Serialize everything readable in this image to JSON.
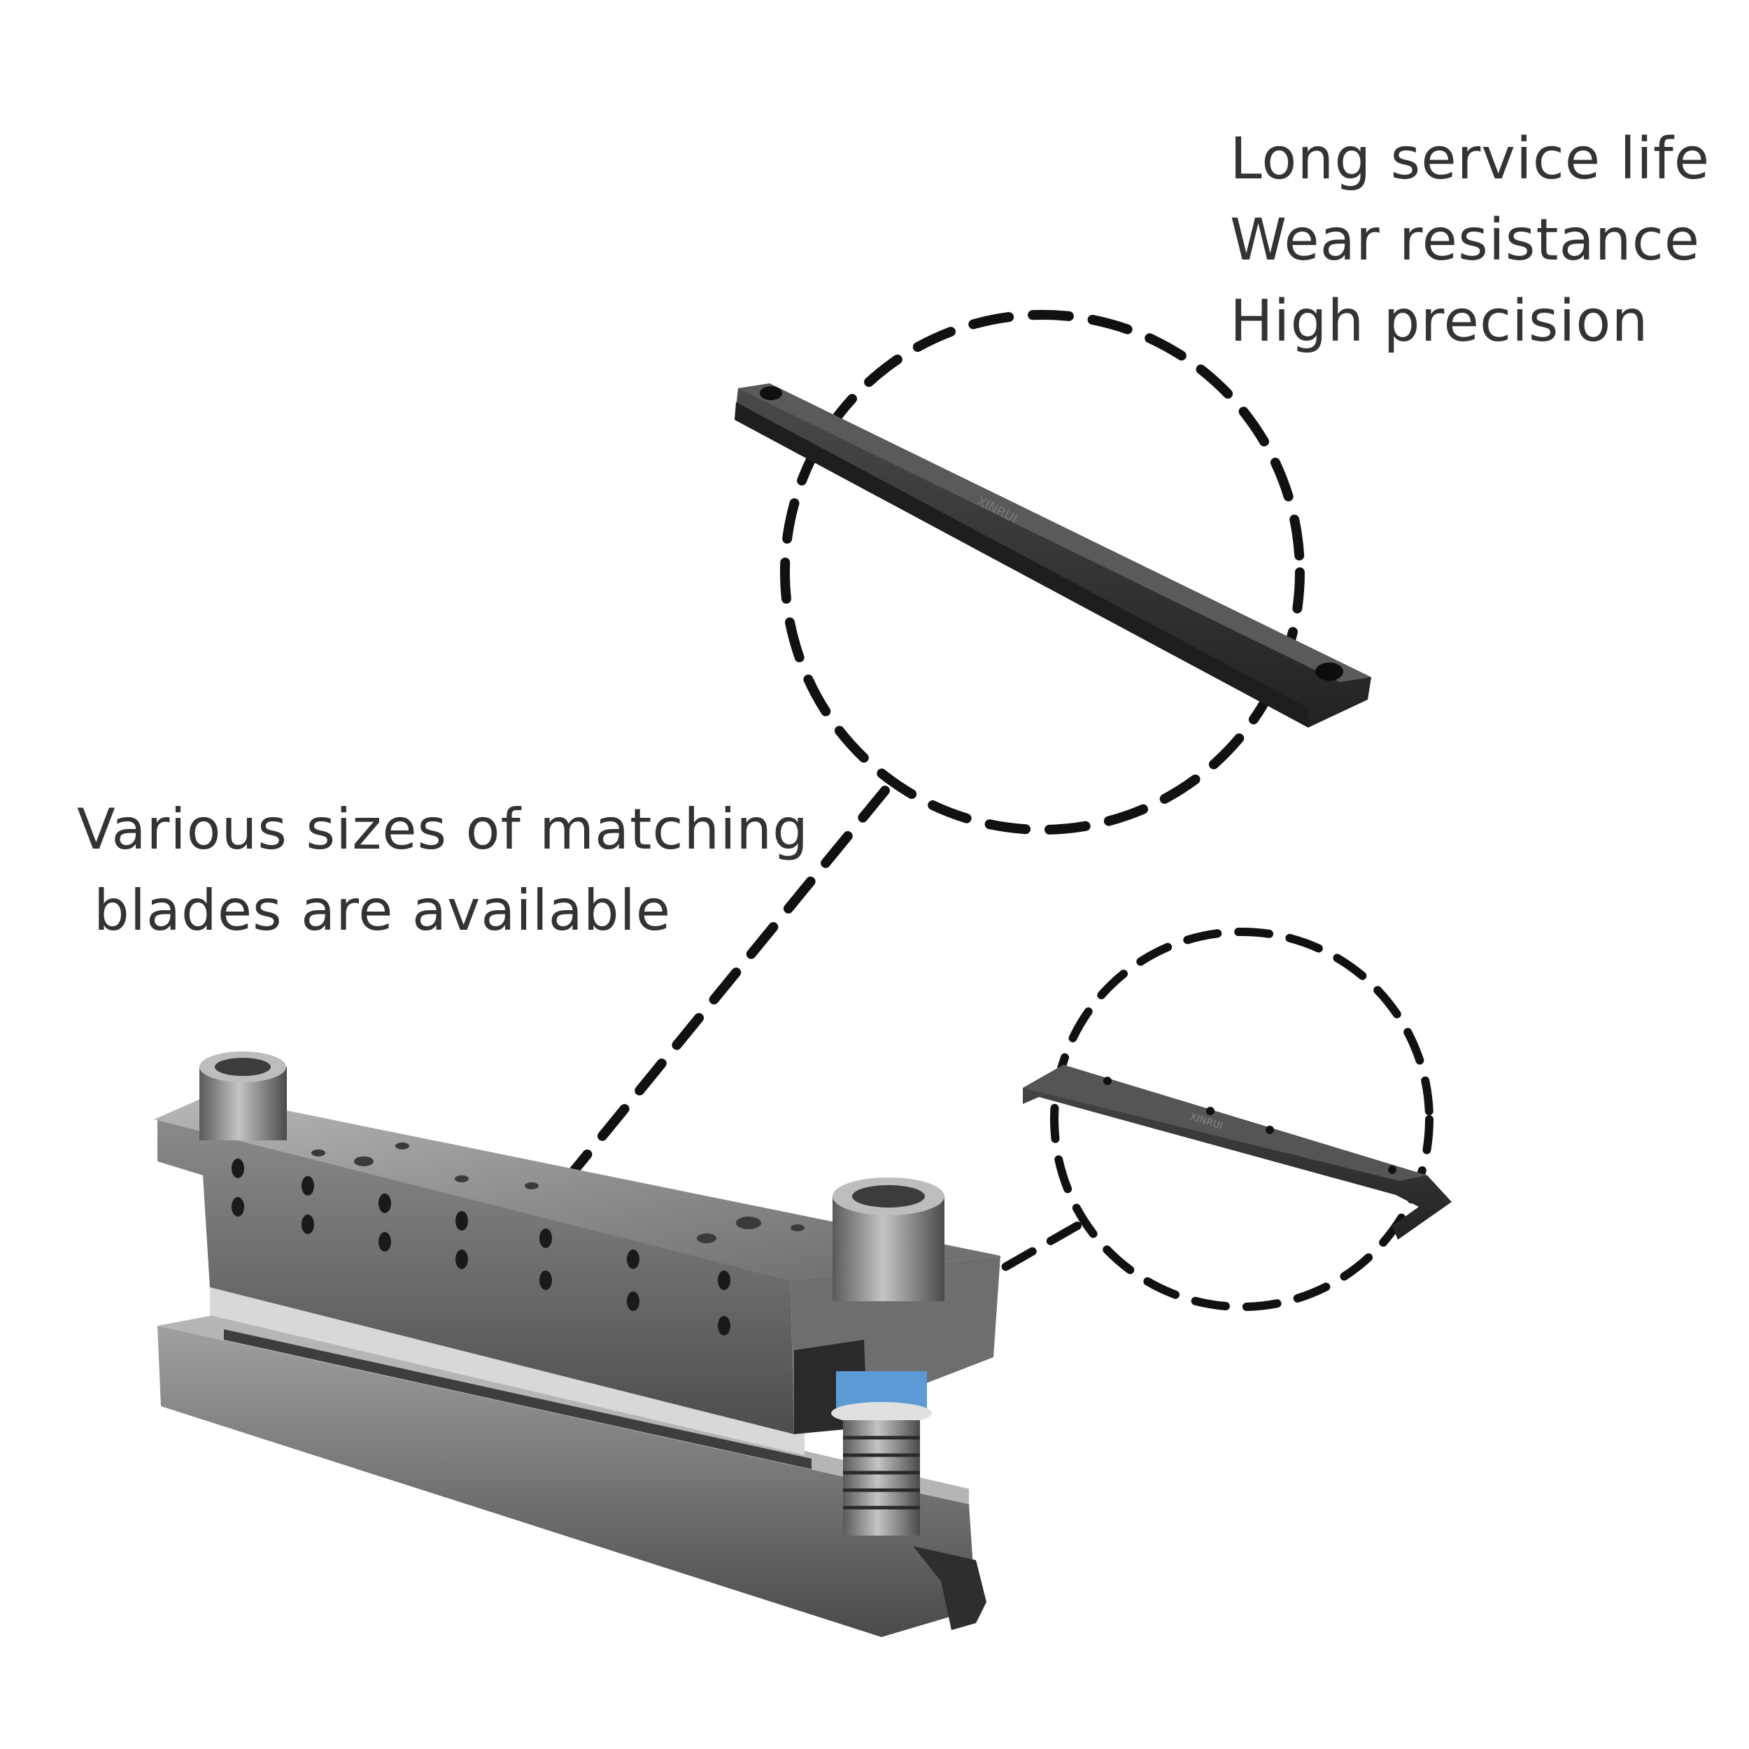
{
  "features": {
    "line1": "Long service life",
    "line2": "Wear resistance",
    "line3": "High precision"
  },
  "sizes_note": {
    "line1": "Various sizes of matching",
    "line2": "blades are available"
  },
  "brand": {
    "upper_blade_mark": "XINRUI",
    "lower_blade_mark": "XINRUI"
  },
  "colors": {
    "text": "#333333",
    "dash": "#111111",
    "steel_light": "#9a9a9a",
    "steel_dark": "#3a3a3a",
    "blade": "#2e2e2e",
    "bushing_blue": "#5b9bd5"
  }
}
